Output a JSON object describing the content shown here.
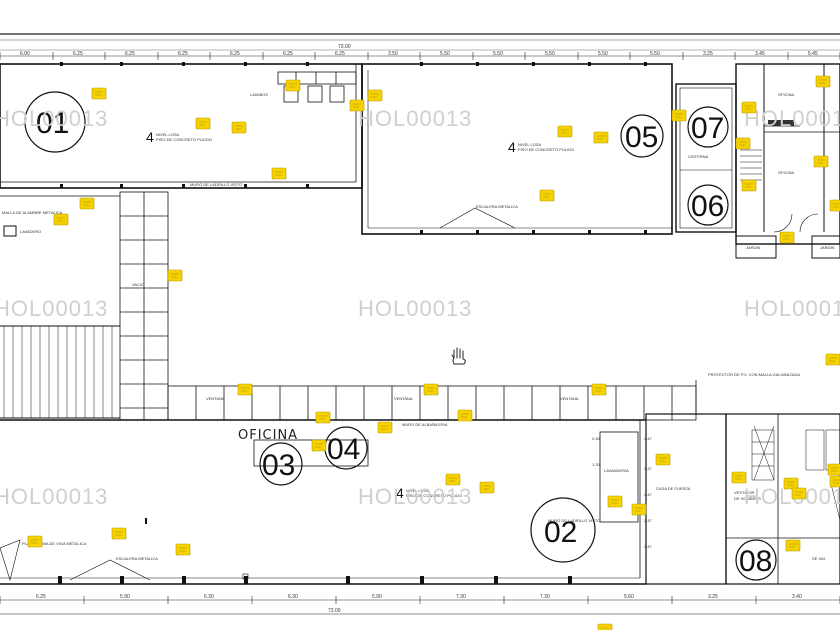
{
  "drawing": {
    "watermark": "HOL00013",
    "room_labels": [
      "01",
      "02",
      "03",
      "04",
      "05",
      "06",
      "07",
      "08"
    ],
    "office_label": "OFICINA",
    "area_labels": {
      "cisterna": "CISTERNA",
      "casa_fuerza": "CASA DE FUERZA",
      "oficina": "OFICINA",
      "jardin": "JARDIN",
      "vestidor": "VESTIDOR"
    },
    "dimensions_top": [
      "6.00",
      "6.25",
      "6.25",
      "6.25",
      "6.25",
      "6.25",
      "6.25",
      "3.50",
      "5.50",
      "5.50",
      "5.50",
      "5.50",
      "5.50",
      "3.25",
      "3.45",
      "5.45"
    ],
    "dimensions_bottom": [
      "6.25",
      "5.90",
      "6.30",
      "6.30",
      "5.90",
      "7.30",
      "7.30",
      "5.60",
      "3.25",
      "3.40"
    ],
    "total_top": "73.00",
    "total_bottom": "73.00"
  },
  "colors": {
    "note": "#f5d100",
    "line": "#111111",
    "watermark": "#cfcfcf"
  },
  "cursor": "hand-cursor-icon"
}
